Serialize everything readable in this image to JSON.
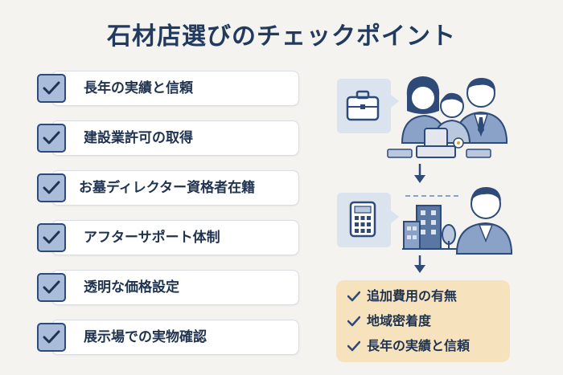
{
  "title": "石材店選びのチェックポイント",
  "checklist": [
    {
      "label": "長年の実績と信頼"
    },
    {
      "label": "建設業許可の取得"
    },
    {
      "label": "お墓ディレクター資格者在籍"
    },
    {
      "label": "アフターサポート体制"
    },
    {
      "label": "透明な価格設定"
    },
    {
      "label": "展示場での実物確認"
    }
  ],
  "benefits": [
    {
      "label": "追加費用の有無"
    },
    {
      "label": "地域密着度"
    },
    {
      "label": "長年の実績と信頼"
    }
  ],
  "colors": {
    "navy": "#2e4a78",
    "checkbox_fill": "#a9bddb",
    "panel": "#f6e2bd",
    "background": "#f4f3f0"
  }
}
